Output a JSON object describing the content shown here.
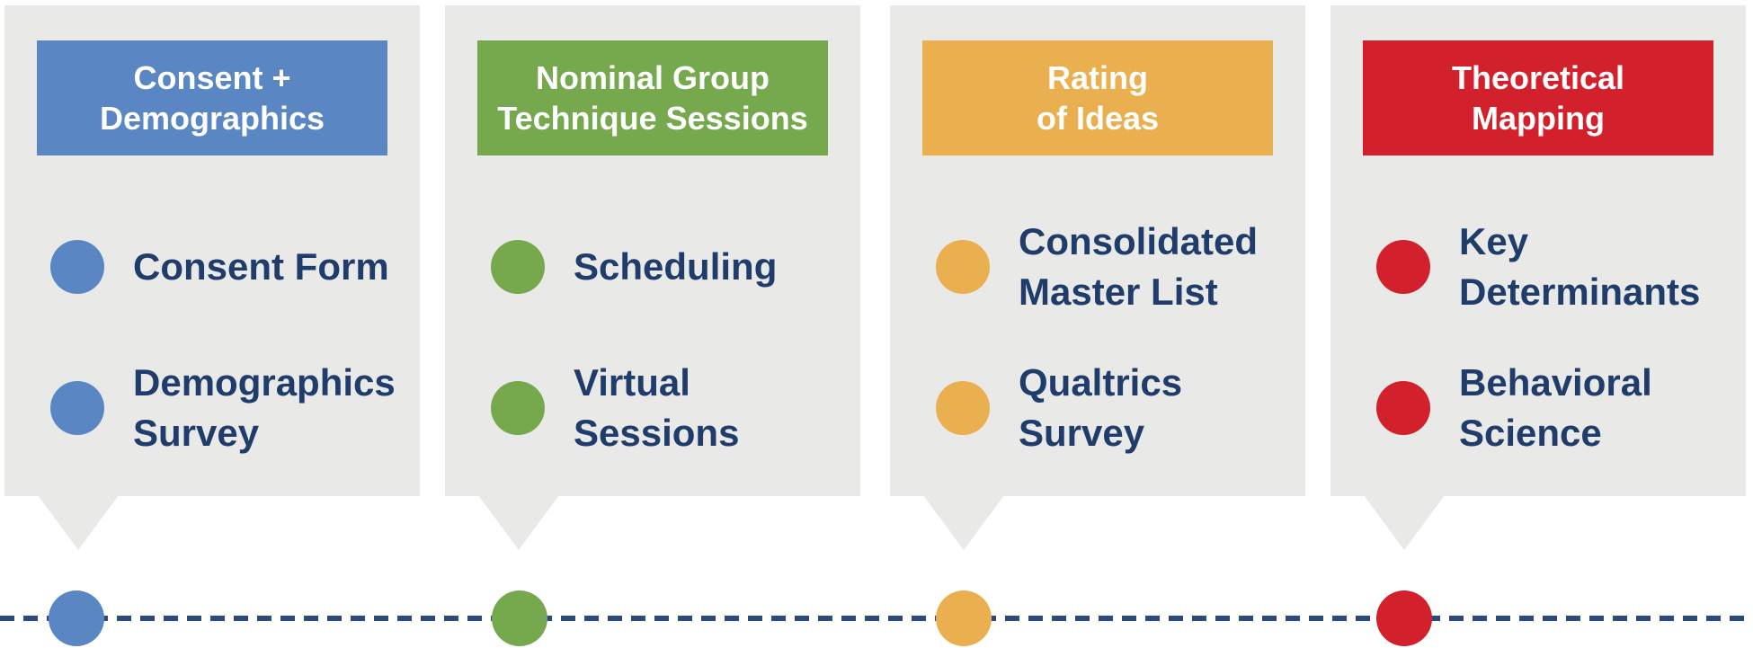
{
  "palette": {
    "background": "#ffffff",
    "card_bg": "#e9e9e8",
    "item_text": "#1f3c6b",
    "timeline_dash": "#2b4a7d",
    "header_text": "#ffffff"
  },
  "timeline": {
    "style": "horizontal-dashed-line",
    "dot_count": 4
  },
  "columns": [
    {
      "id": "consent-demographics",
      "color": "#5a87c3",
      "header_lines": [
        "Consent +",
        "Demographics"
      ],
      "items": [
        {
          "lines": [
            "Consent Form"
          ]
        },
        {
          "lines": [
            "Demographics",
            "Survey"
          ]
        }
      ]
    },
    {
      "id": "nominal-group-technique-sessions",
      "color": "#76a94d",
      "header_lines": [
        "Nominal Group",
        "Technique Sessions"
      ],
      "items": [
        {
          "lines": [
            "Scheduling"
          ]
        },
        {
          "lines": [
            "Virtual",
            "Sessions"
          ]
        }
      ]
    },
    {
      "id": "rating-of-ideas",
      "color": "#eab04f",
      "header_lines": [
        "Rating",
        "of Ideas"
      ],
      "items": [
        {
          "lines": [
            "Consolidated",
            "Master List"
          ]
        },
        {
          "lines": [
            "Qualtrics",
            "Survey"
          ]
        }
      ]
    },
    {
      "id": "theoretical-mapping",
      "color": "#d2202c",
      "header_lines": [
        "Theoretical",
        "Mapping"
      ],
      "items": [
        {
          "lines": [
            "Key",
            "Determinants"
          ]
        },
        {
          "lines": [
            "Behavioral",
            "Science"
          ]
        }
      ]
    }
  ]
}
